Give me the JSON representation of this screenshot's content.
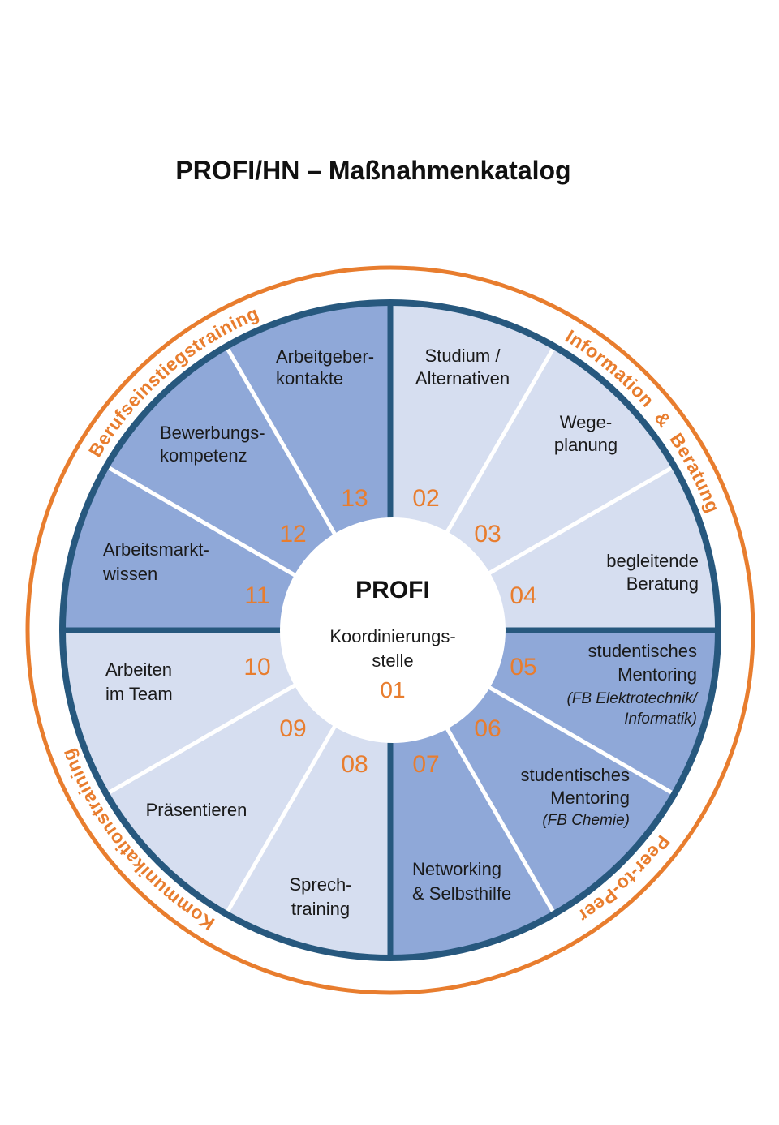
{
  "title": "PROFI/HN – Maßnahmenkatalog",
  "colors": {
    "orange": "#E87D2E",
    "medium_blue": "#8FA8D8",
    "light_blue": "#D6DEF0",
    "dark_blue": "#27587E",
    "text": "#1A1A1A",
    "background": "#FFFFFF"
  },
  "ring": {
    "top_left": "Berufseinstiegstraining",
    "top_right": "Information & Beratung",
    "bottom_right": "Peer-to-Peer",
    "bottom_left": "Kommunikationstraining"
  },
  "hub": {
    "title": "PROFI",
    "subtitle_line1": "Koordinierungs-",
    "subtitle_line2": "stelle",
    "number": "01"
  },
  "sectors": [
    {
      "number": "02",
      "tone": "light",
      "lines": [
        "Studium /",
        "Alternativen"
      ],
      "sub_lines": []
    },
    {
      "number": "03",
      "tone": "light",
      "lines": [
        "Wege-",
        "planung"
      ],
      "sub_lines": []
    },
    {
      "number": "04",
      "tone": "light",
      "lines": [
        "begleitende",
        "Beratung"
      ],
      "sub_lines": []
    },
    {
      "number": "05",
      "tone": "medium",
      "lines": [
        "studentisches",
        "Mentoring"
      ],
      "sub_lines": [
        "(FB Elektrotechnik/",
        "Informatik)"
      ]
    },
    {
      "number": "06",
      "tone": "medium",
      "lines": [
        "studentisches",
        "Mentoring"
      ],
      "sub_lines": [
        "(FB Chemie)"
      ]
    },
    {
      "number": "07",
      "tone": "medium",
      "lines": [
        "Networking",
        "& Selbsthilfe"
      ],
      "sub_lines": []
    },
    {
      "number": "08",
      "tone": "light",
      "lines": [
        "Sprech-",
        "training"
      ],
      "sub_lines": []
    },
    {
      "number": "09",
      "tone": "light",
      "lines": [
        "Präsentieren"
      ],
      "sub_lines": []
    },
    {
      "number": "10",
      "tone": "light",
      "lines": [
        "Arbeiten",
        "im Team"
      ],
      "sub_lines": []
    },
    {
      "number": "11",
      "tone": "medium",
      "lines": [
        "Arbeitsmarkt-",
        "wissen"
      ],
      "sub_lines": []
    },
    {
      "number": "12",
      "tone": "medium",
      "lines": [
        "Bewerbungs-",
        "kompetenz"
      ],
      "sub_lines": []
    },
    {
      "number": "13",
      "tone": "medium",
      "lines": [
        "Arbeitgeber-",
        "kontakte"
      ],
      "sub_lines": []
    }
  ]
}
